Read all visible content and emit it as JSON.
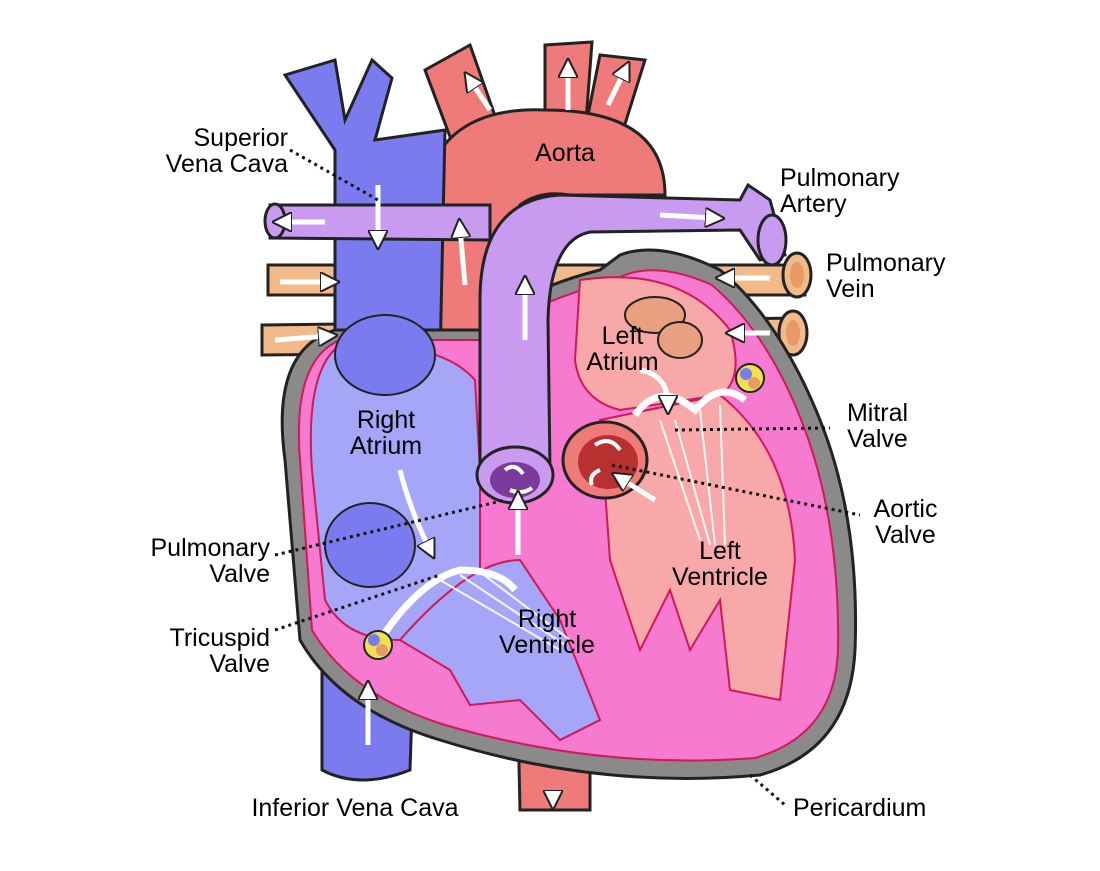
{
  "labels": {
    "superior_vena_cava": [
      "Superior",
      "Vena Cava"
    ],
    "aorta": [
      "Aorta"
    ],
    "pulmonary_artery": [
      "Pulmonary",
      "Artery"
    ],
    "pulmonary_vein": [
      "Pulmonary",
      "Vein"
    ],
    "left_atrium": [
      "Left",
      "Atrium"
    ],
    "right_atrium": [
      "Right",
      "Atrium"
    ],
    "mitral_valve": [
      "Mitral",
      "Valve"
    ],
    "aortic_valve": [
      "Aortic",
      "Valve"
    ],
    "pulmonary_valve": [
      "Pulmonary",
      "Valve"
    ],
    "left_ventricle": [
      "Left",
      "Ventricle"
    ],
    "tricuspid_valve": [
      "Tricuspid",
      "Valve"
    ],
    "right_ventricle": [
      "Right",
      "Ventricle"
    ],
    "inferior_vena_cava": [
      "Inferior Vena Cava"
    ],
    "pericardium": [
      "Pericardium"
    ]
  },
  "colors": {
    "vena_cava_blue": "#7b7bf0",
    "right_heart_blue": "#a6a6f8",
    "aorta_red": "#ef7a7a",
    "pulmonary_artery_purple": "#c89af0",
    "pulmonary_vein_tan": "#f2b98a",
    "myocardium_pink": "#f57ad0",
    "left_chamber_pink": "#f8a8a8",
    "pericardium_gray": "#8a8a8a",
    "outline": "#222222",
    "arrow": "#ffffff"
  }
}
